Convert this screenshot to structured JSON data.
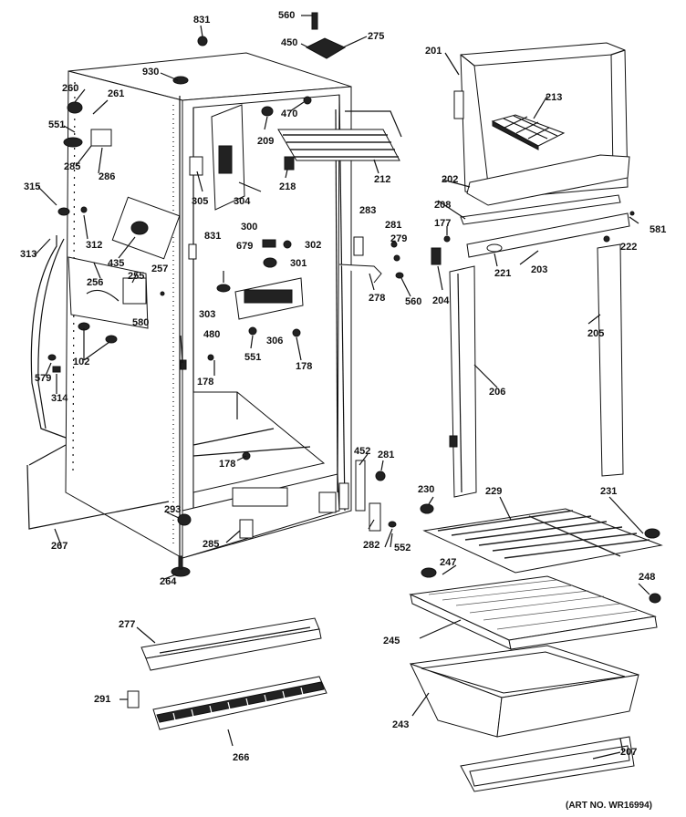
{
  "diagram": {
    "art_number": "(ART NO. WR16994)",
    "part_labels": [
      "831",
      "560",
      "450",
      "275",
      "930",
      "201",
      "260",
      "261",
      "551",
      "285",
      "286",
      "315",
      "312",
      "313",
      "435",
      "256",
      "255",
      "257",
      "580",
      "102",
      "579",
      "314",
      "267",
      "470",
      "209",
      "212",
      "213",
      "305",
      "304",
      "218",
      "202",
      "208",
      "177",
      "581",
      "283",
      "281",
      "279",
      "222",
      "831",
      "300",
      "679",
      "302",
      "301",
      "303",
      "278",
      "560",
      "204",
      "221",
      "203",
      "205",
      "306",
      "551",
      "178",
      "480",
      "178",
      "206",
      "178",
      "452",
      "281",
      "293",
      "285",
      "264",
      "230",
      "229",
      "231",
      "282",
      "552",
      "247",
      "248",
      "245",
      "277",
      "291",
      "266",
      "243",
      "207"
    ]
  }
}
